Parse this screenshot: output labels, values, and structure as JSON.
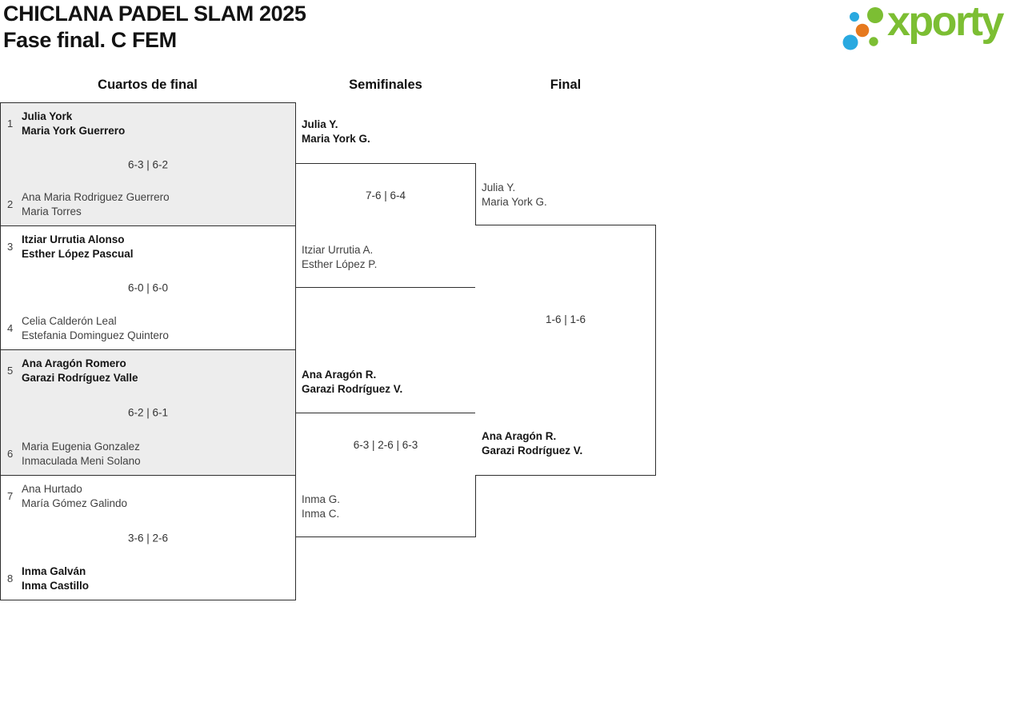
{
  "header": {
    "title_line1": "CHICLANA PADEL SLAM 2025",
    "title_line2": "Fase final. C FEM"
  },
  "logo": {
    "text": "xporty",
    "green": "#7cbe33",
    "blue": "#29a9e0",
    "orange": "#e6791e"
  },
  "columns": [
    "Cuartos de final",
    "Semifinales",
    "Final"
  ],
  "bracket": {
    "quarterfinals": [
      {
        "seed_top": "1",
        "team_top": [
          "Julia York",
          "Maria York Guerrero"
        ],
        "top_winner": true,
        "score": "6-3 | 6-2",
        "seed_bottom": "2",
        "team_bottom": [
          "Ana Maria Rodriguez Guerrero",
          "Maria Torres"
        ],
        "bottom_winner": false
      },
      {
        "seed_top": "3",
        "team_top": [
          "Itziar Urrutia Alonso",
          "Esther López Pascual"
        ],
        "top_winner": true,
        "score": "6-0 | 6-0",
        "seed_bottom": "4",
        "team_bottom": [
          "Celia Calderón Leal",
          "Estefania Dominguez Quintero"
        ],
        "bottom_winner": false
      },
      {
        "seed_top": "5",
        "team_top": [
          "Ana Aragón Romero",
          "Garazi Rodríguez Valle"
        ],
        "top_winner": true,
        "score": "6-2 | 6-1",
        "seed_bottom": "6",
        "team_bottom": [
          "Maria Eugenia Gonzalez",
          "Inmaculada Meni Solano"
        ],
        "bottom_winner": false
      },
      {
        "seed_top": "7",
        "team_top": [
          "Ana Hurtado",
          "María Gómez Galindo"
        ],
        "top_winner": false,
        "score": "3-6 | 2-6",
        "seed_bottom": "8",
        "team_bottom": [
          "Inma Galván",
          "Inma Castillo"
        ],
        "bottom_winner": true
      }
    ],
    "semifinals": [
      {
        "team_top": [
          "Julia Y.",
          "Maria York G."
        ],
        "top_winner": true,
        "score": "7-6 | 6-4",
        "team_bottom": [
          "Itziar Urrutia A.",
          "Esther López P."
        ],
        "bottom_winner": false
      },
      {
        "team_top": [
          "Ana Aragón R.",
          "Garazi Rodríguez V."
        ],
        "top_winner": true,
        "score": "6-3 | 2-6 | 6-3",
        "team_bottom": [
          "Inma G.",
          "Inma C."
        ],
        "bottom_winner": false
      }
    ],
    "final": {
      "team_top": [
        "Julia Y.",
        "Maria York G."
      ],
      "top_winner": false,
      "score": "1-6 | 1-6",
      "team_bottom": [
        "Ana Aragón R.",
        "Garazi Rodríguez V."
      ],
      "bottom_winner": true
    }
  }
}
